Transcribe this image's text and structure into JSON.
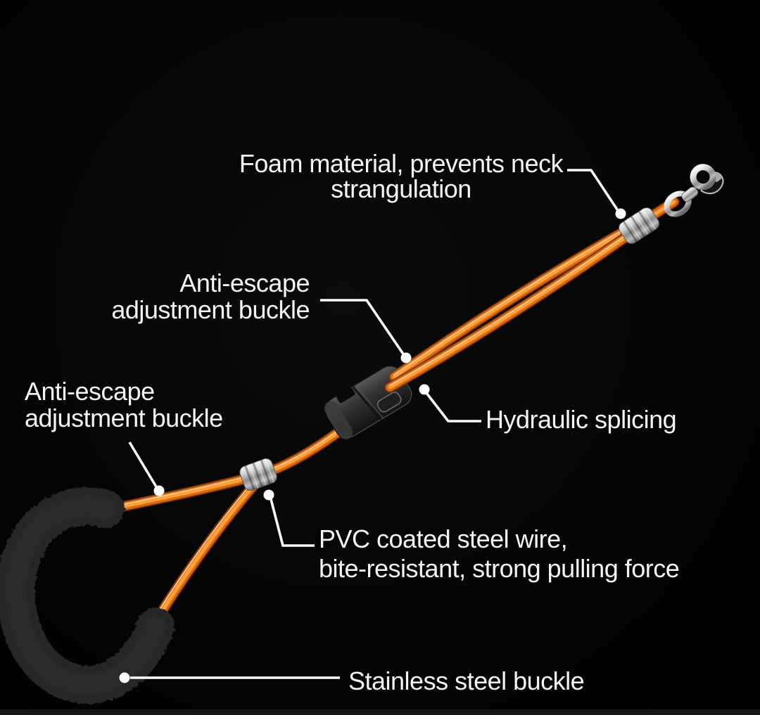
{
  "colors": {
    "background": "#040404",
    "cord_orange": "#d96a10",
    "cord_highlight": "#ff9f3e",
    "label_text": "#f5f5f5",
    "leader_line": "#fafafa",
    "metal_silver": "#c9c9c9",
    "buckle_black": "#2d2d2d"
  },
  "labels": {
    "foam": {
      "line1": "Foam material, prevents neck",
      "line2": "strangulation"
    },
    "adjust_upper": {
      "line1": "Anti-escape",
      "line2": "adjustment buckle"
    },
    "adjust_left": {
      "line1": "Anti-escape",
      "line2": "adjustment buckle"
    },
    "hydraulic": {
      "text": "Hydraulic splicing"
    },
    "pvc": {
      "line1": "PVC coated steel wire,",
      "line2": "bite-resistant, strong pulling force"
    },
    "stainless": {
      "text": "Stainless steel buckle"
    }
  }
}
